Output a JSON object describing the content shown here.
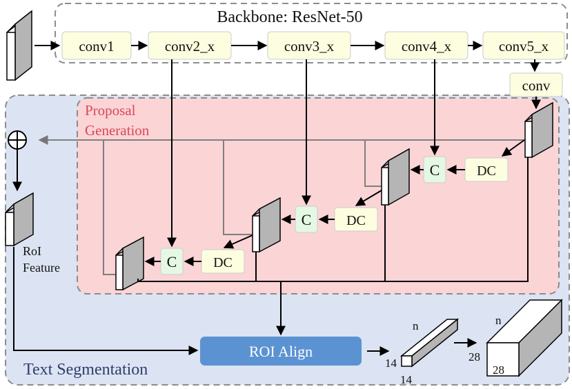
{
  "backbone": {
    "title": "Backbone: ResNet-50",
    "stages": [
      "conv1",
      "conv2_x",
      "conv3_x",
      "conv4_x",
      "conv5_x"
    ]
  },
  "conv_label": "conv",
  "proposal": {
    "title_line1": "Proposal",
    "title_line2": "Generation",
    "concat_label": "C",
    "deconv_label": "DC"
  },
  "roi_feature": {
    "line1": "RoI",
    "line2": "Feature"
  },
  "roi_align": "ROI Align",
  "text_segmentation": "Text Segmentation",
  "output_dims": {
    "small_n": "n",
    "small_h": "14",
    "small_w": "14",
    "large_n": "n",
    "large_h": "28",
    "large_w": "28"
  },
  "colors": {
    "stage_fill": "#fdfde0",
    "concat_fill": "#e4f8e4",
    "proposal_fill": "#fbd4d6",
    "proposal_title": "#d9485b",
    "segmentation_fill": "#dce3f2",
    "segmentation_title": "#2c3e6b",
    "roi_align_fill": "#5b93d2"
  }
}
